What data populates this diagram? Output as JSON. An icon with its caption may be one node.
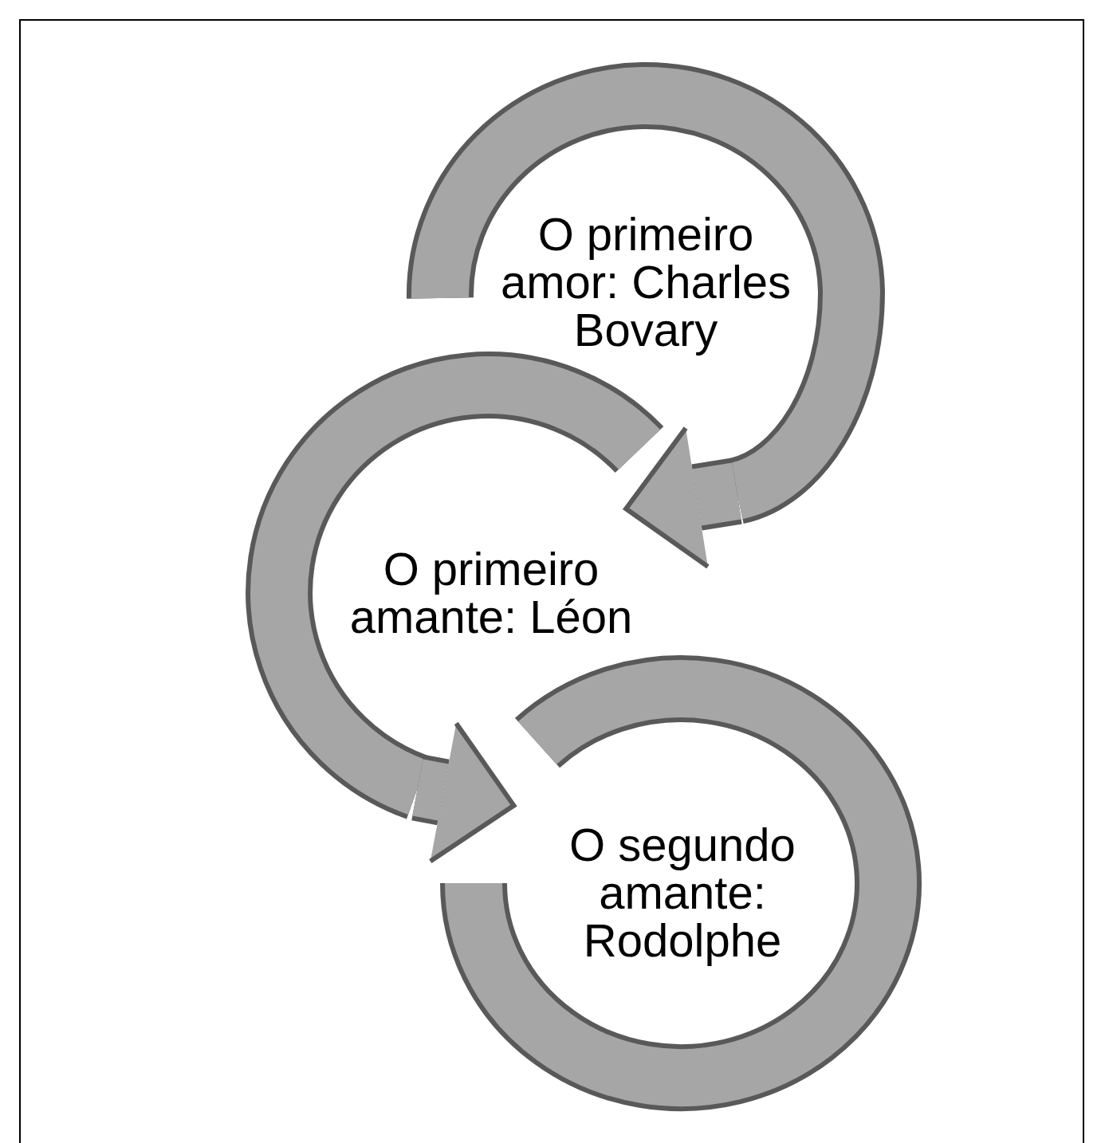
{
  "diagram": {
    "nodes": [
      {
        "text": [
          "O primeiro amor: Charles Bovary"
        ]
      },
      {
        "text": [
          "O primeiro amante: Léon"
        ]
      },
      {
        "text": [
          "O segundo amante: Rodolphe"
        ]
      }
    ],
    "edges": [
      {
        "from": 0,
        "to": 1,
        "arrow": "to"
      },
      {
        "from": 1,
        "to": 2,
        "arrow": "to"
      }
    ]
  }
}
